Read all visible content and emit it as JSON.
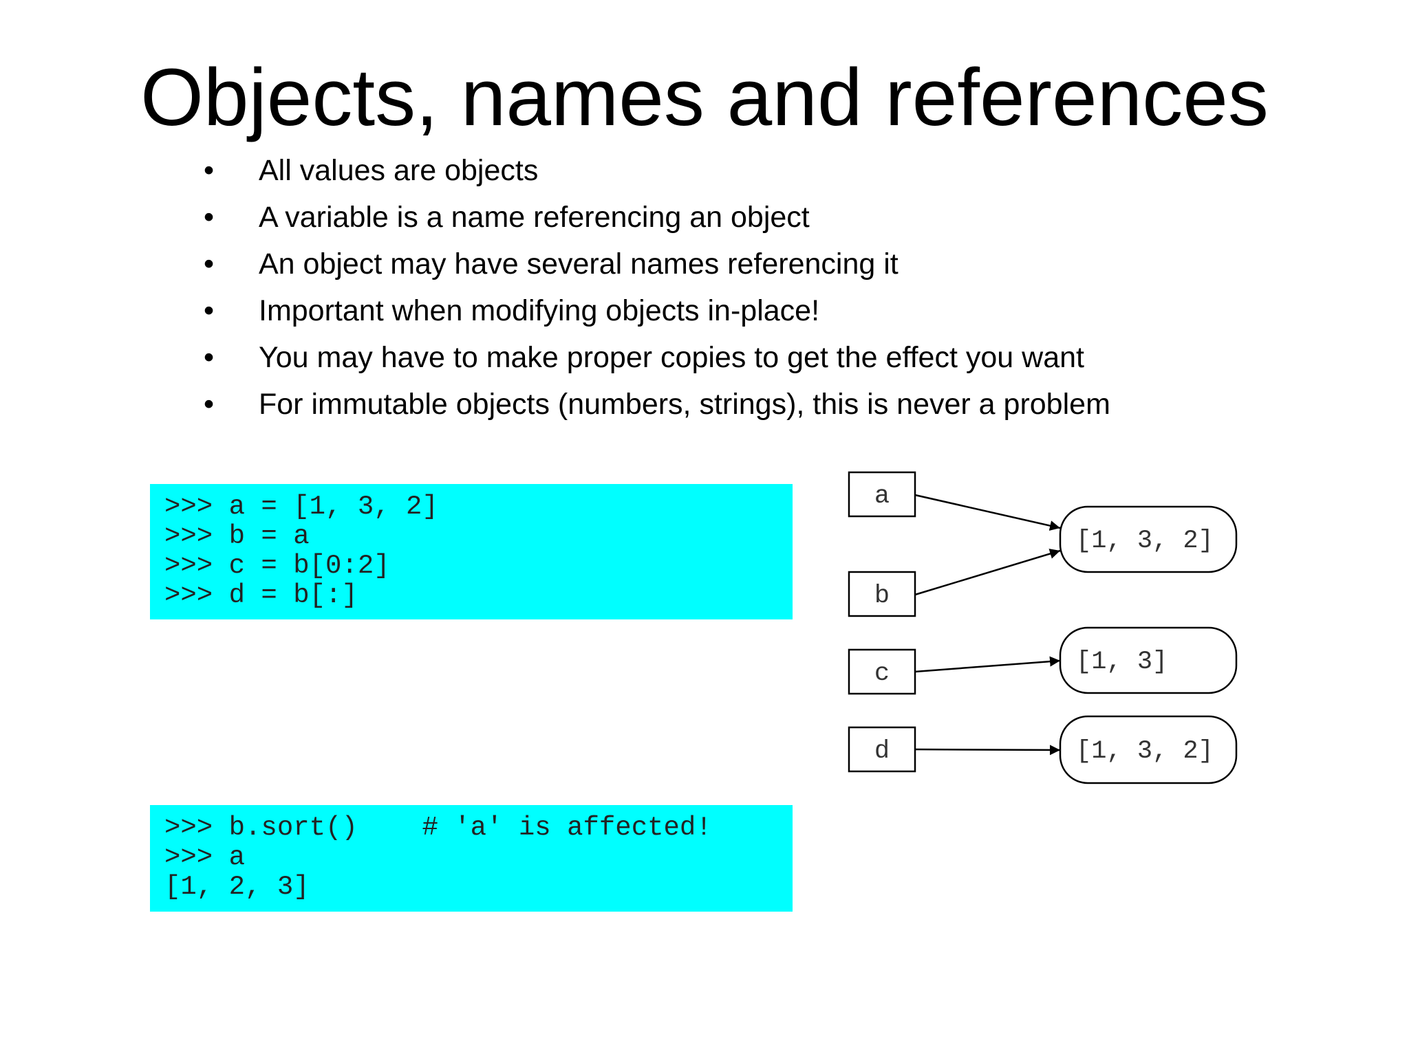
{
  "title": "Objects, names and references",
  "bullets": [
    "All values are objects",
    "A variable is a name referencing an object",
    "An object may have several names referencing it",
    "Important when modifying objects in-place!",
    "You may have to make proper copies to get the effect you want",
    "For immutable objects (numbers, strings), this is never a problem"
  ],
  "bullet_symbol": "•",
  "code_block_1": [
    ">>> a = [1, 3, 2]",
    ">>> b = a",
    ">>> c = b[0:2]",
    ">>> d = b[:]"
  ],
  "code_block_2": [
    ">>> b.sort()    # 'a' is affected!",
    ">>> a",
    "[1, 2, 3]"
  ],
  "diagram": {
    "names": [
      "a",
      "b",
      "c",
      "d"
    ],
    "objects": [
      "[1, 3, 2]",
      "[1, 3]",
      "[1, 3, 2]"
    ],
    "edges": [
      [
        "a",
        0
      ],
      [
        "b",
        0
      ],
      [
        "c",
        1
      ],
      [
        "d",
        2
      ]
    ]
  },
  "colors": {
    "code_background": "#00ffff"
  }
}
